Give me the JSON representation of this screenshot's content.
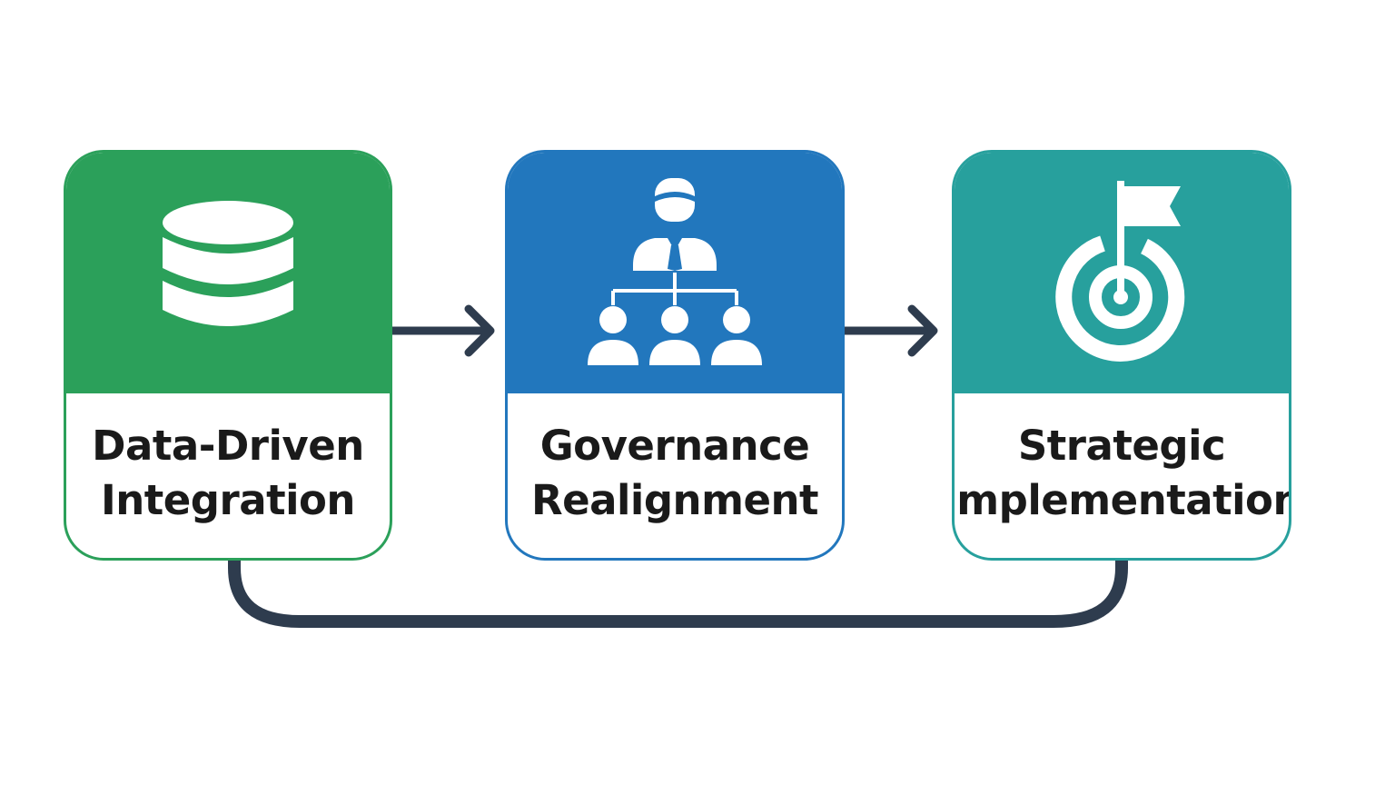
{
  "steps": [
    {
      "label_line1": "Data-Driven",
      "label_line2": "Integration",
      "icon": "database-icon",
      "color": "#2ba05a"
    },
    {
      "label_line1": "Governance",
      "label_line2": "Realignment",
      "icon": "org-chart-icon",
      "color": "#2277bd"
    },
    {
      "label_line1": "Strategic",
      "label_line2": "Implementation",
      "icon": "target-flag-icon",
      "color": "#27a09d"
    }
  ],
  "connector_color": "#2e3c4e"
}
